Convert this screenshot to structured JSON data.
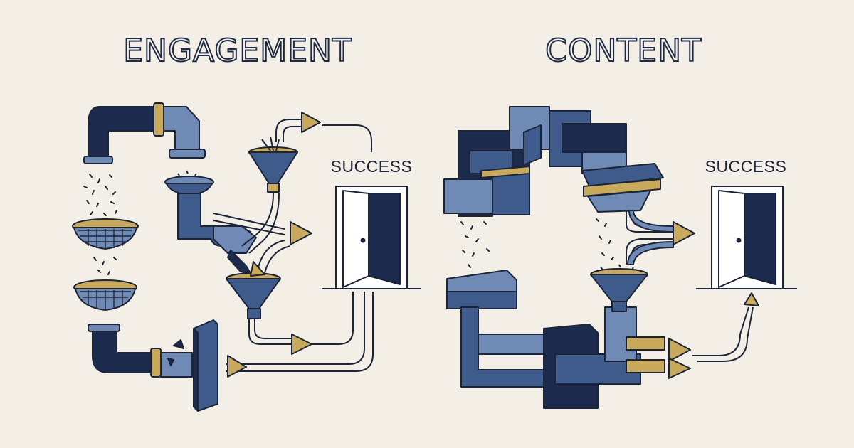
{
  "panels": {
    "left": {
      "title": "ENGAGEMENT",
      "door_label": "SUCCESS"
    },
    "right": {
      "title": "CONTENT",
      "door_label": "SUCCESS"
    }
  },
  "colors": {
    "background": "#f3efe6",
    "navy": "#1c2b4d",
    "blue": "#3f5b8c",
    "slate": "#6f8bb5",
    "gold": "#c9a95b",
    "outline": "#1b2438"
  }
}
